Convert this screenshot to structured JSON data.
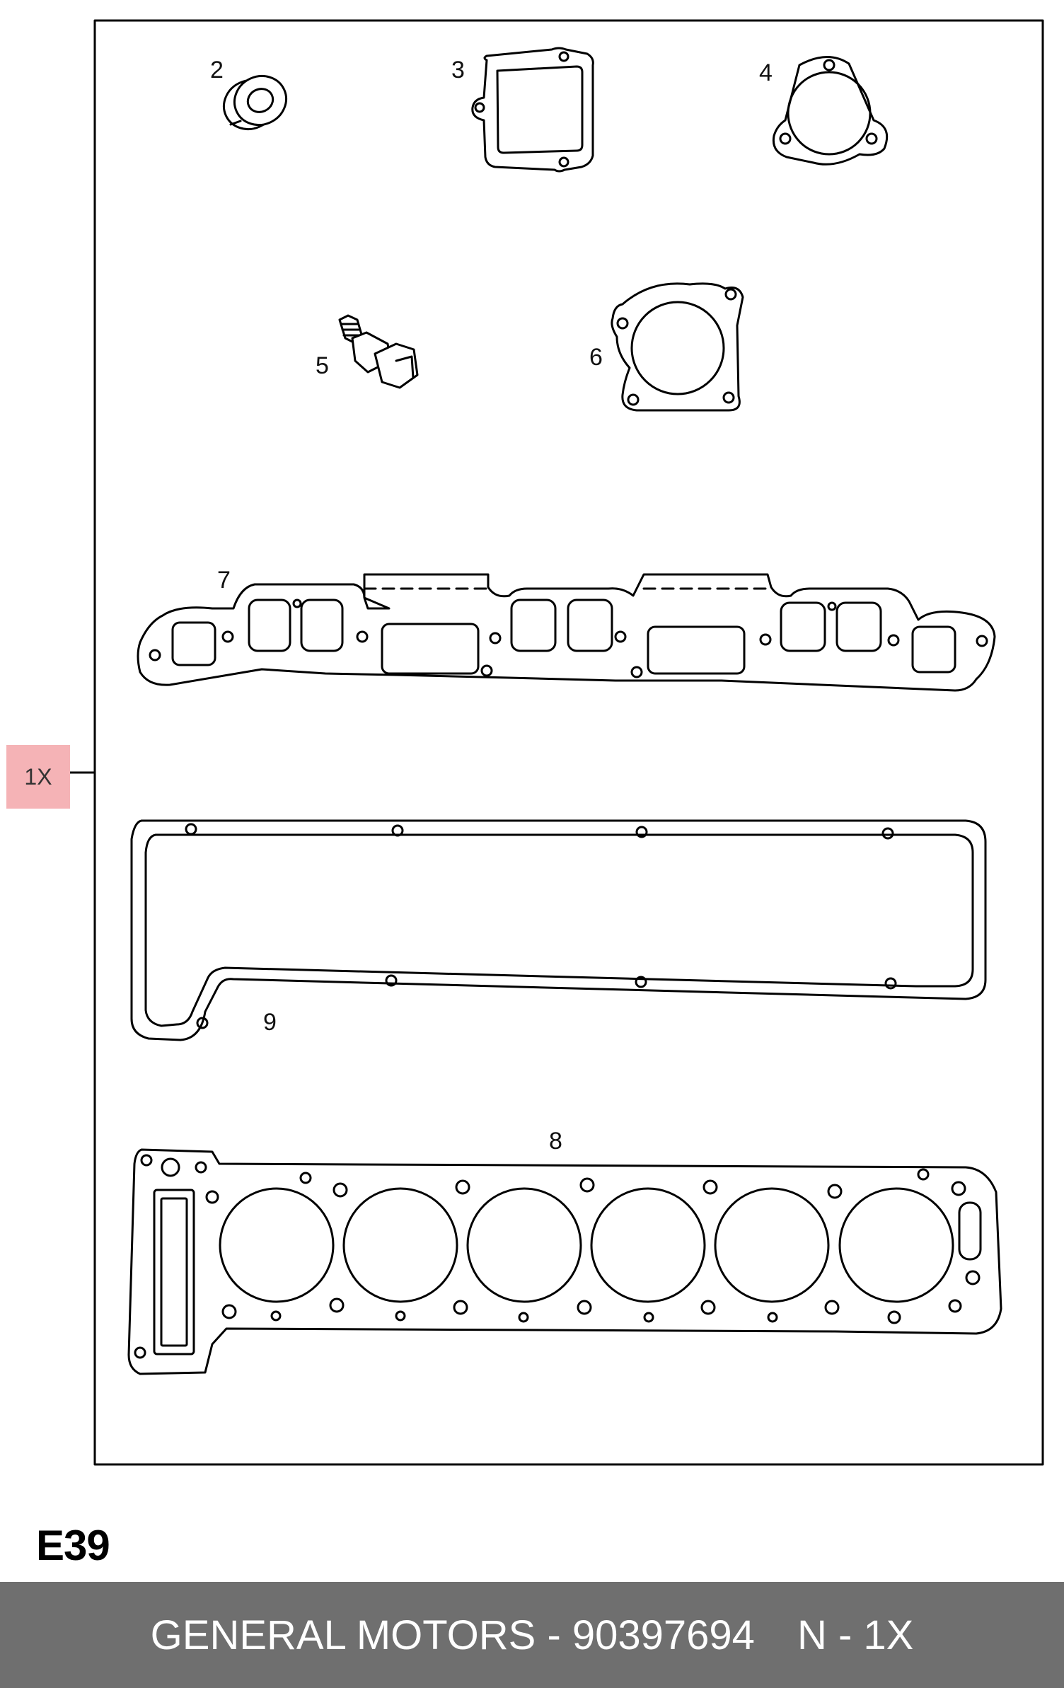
{
  "diagram": {
    "code": "E39",
    "quantity_badge": "1X",
    "part_labels": [
      "2",
      "3",
      "4",
      "5",
      "6",
      "7",
      "9",
      "8"
    ]
  },
  "footer": {
    "brand_part": "GENERAL MOTORS - 90397694",
    "qty": "N - 1X"
  },
  "colors": {
    "badge": "#f5b3b6",
    "footer_bar": "#6f6f6f"
  }
}
